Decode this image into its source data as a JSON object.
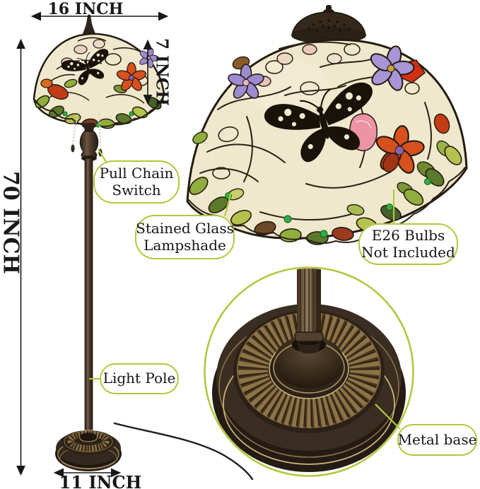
{
  "dimensions": {
    "shade_width": "16 INCH",
    "shade_height": "7 INCH",
    "lamp_height": "70 INCH",
    "base_width": "11 INCH"
  },
  "callouts": {
    "pull_chain_switch": {
      "line1": "Pull Chain",
      "line2": "Switch"
    },
    "stained_glass_lampshade": {
      "line1": "Stained Glass",
      "line2": "Lampshade"
    },
    "e26_bulbs": {
      "line1": "E26 Bulbs",
      "line2": "Not Included"
    },
    "light_pole": {
      "label": "Light Pole"
    },
    "metal_base": {
      "label": "Metal base"
    }
  },
  "colors": {
    "callout_border": "#b2c83d",
    "annotation": "#181818",
    "text": "#151515",
    "cord": "#1c1c1c",
    "shade_cream": "#f0e8cc",
    "bronze_dark": "#32271d",
    "brass": "#a98f58",
    "leaf_green": "#8fae3e",
    "flower_orange": "#d8501d",
    "flower_purple": "#9d8bcf",
    "flower_pink": "#ec93a4",
    "bead_green": "#2fae44"
  }
}
